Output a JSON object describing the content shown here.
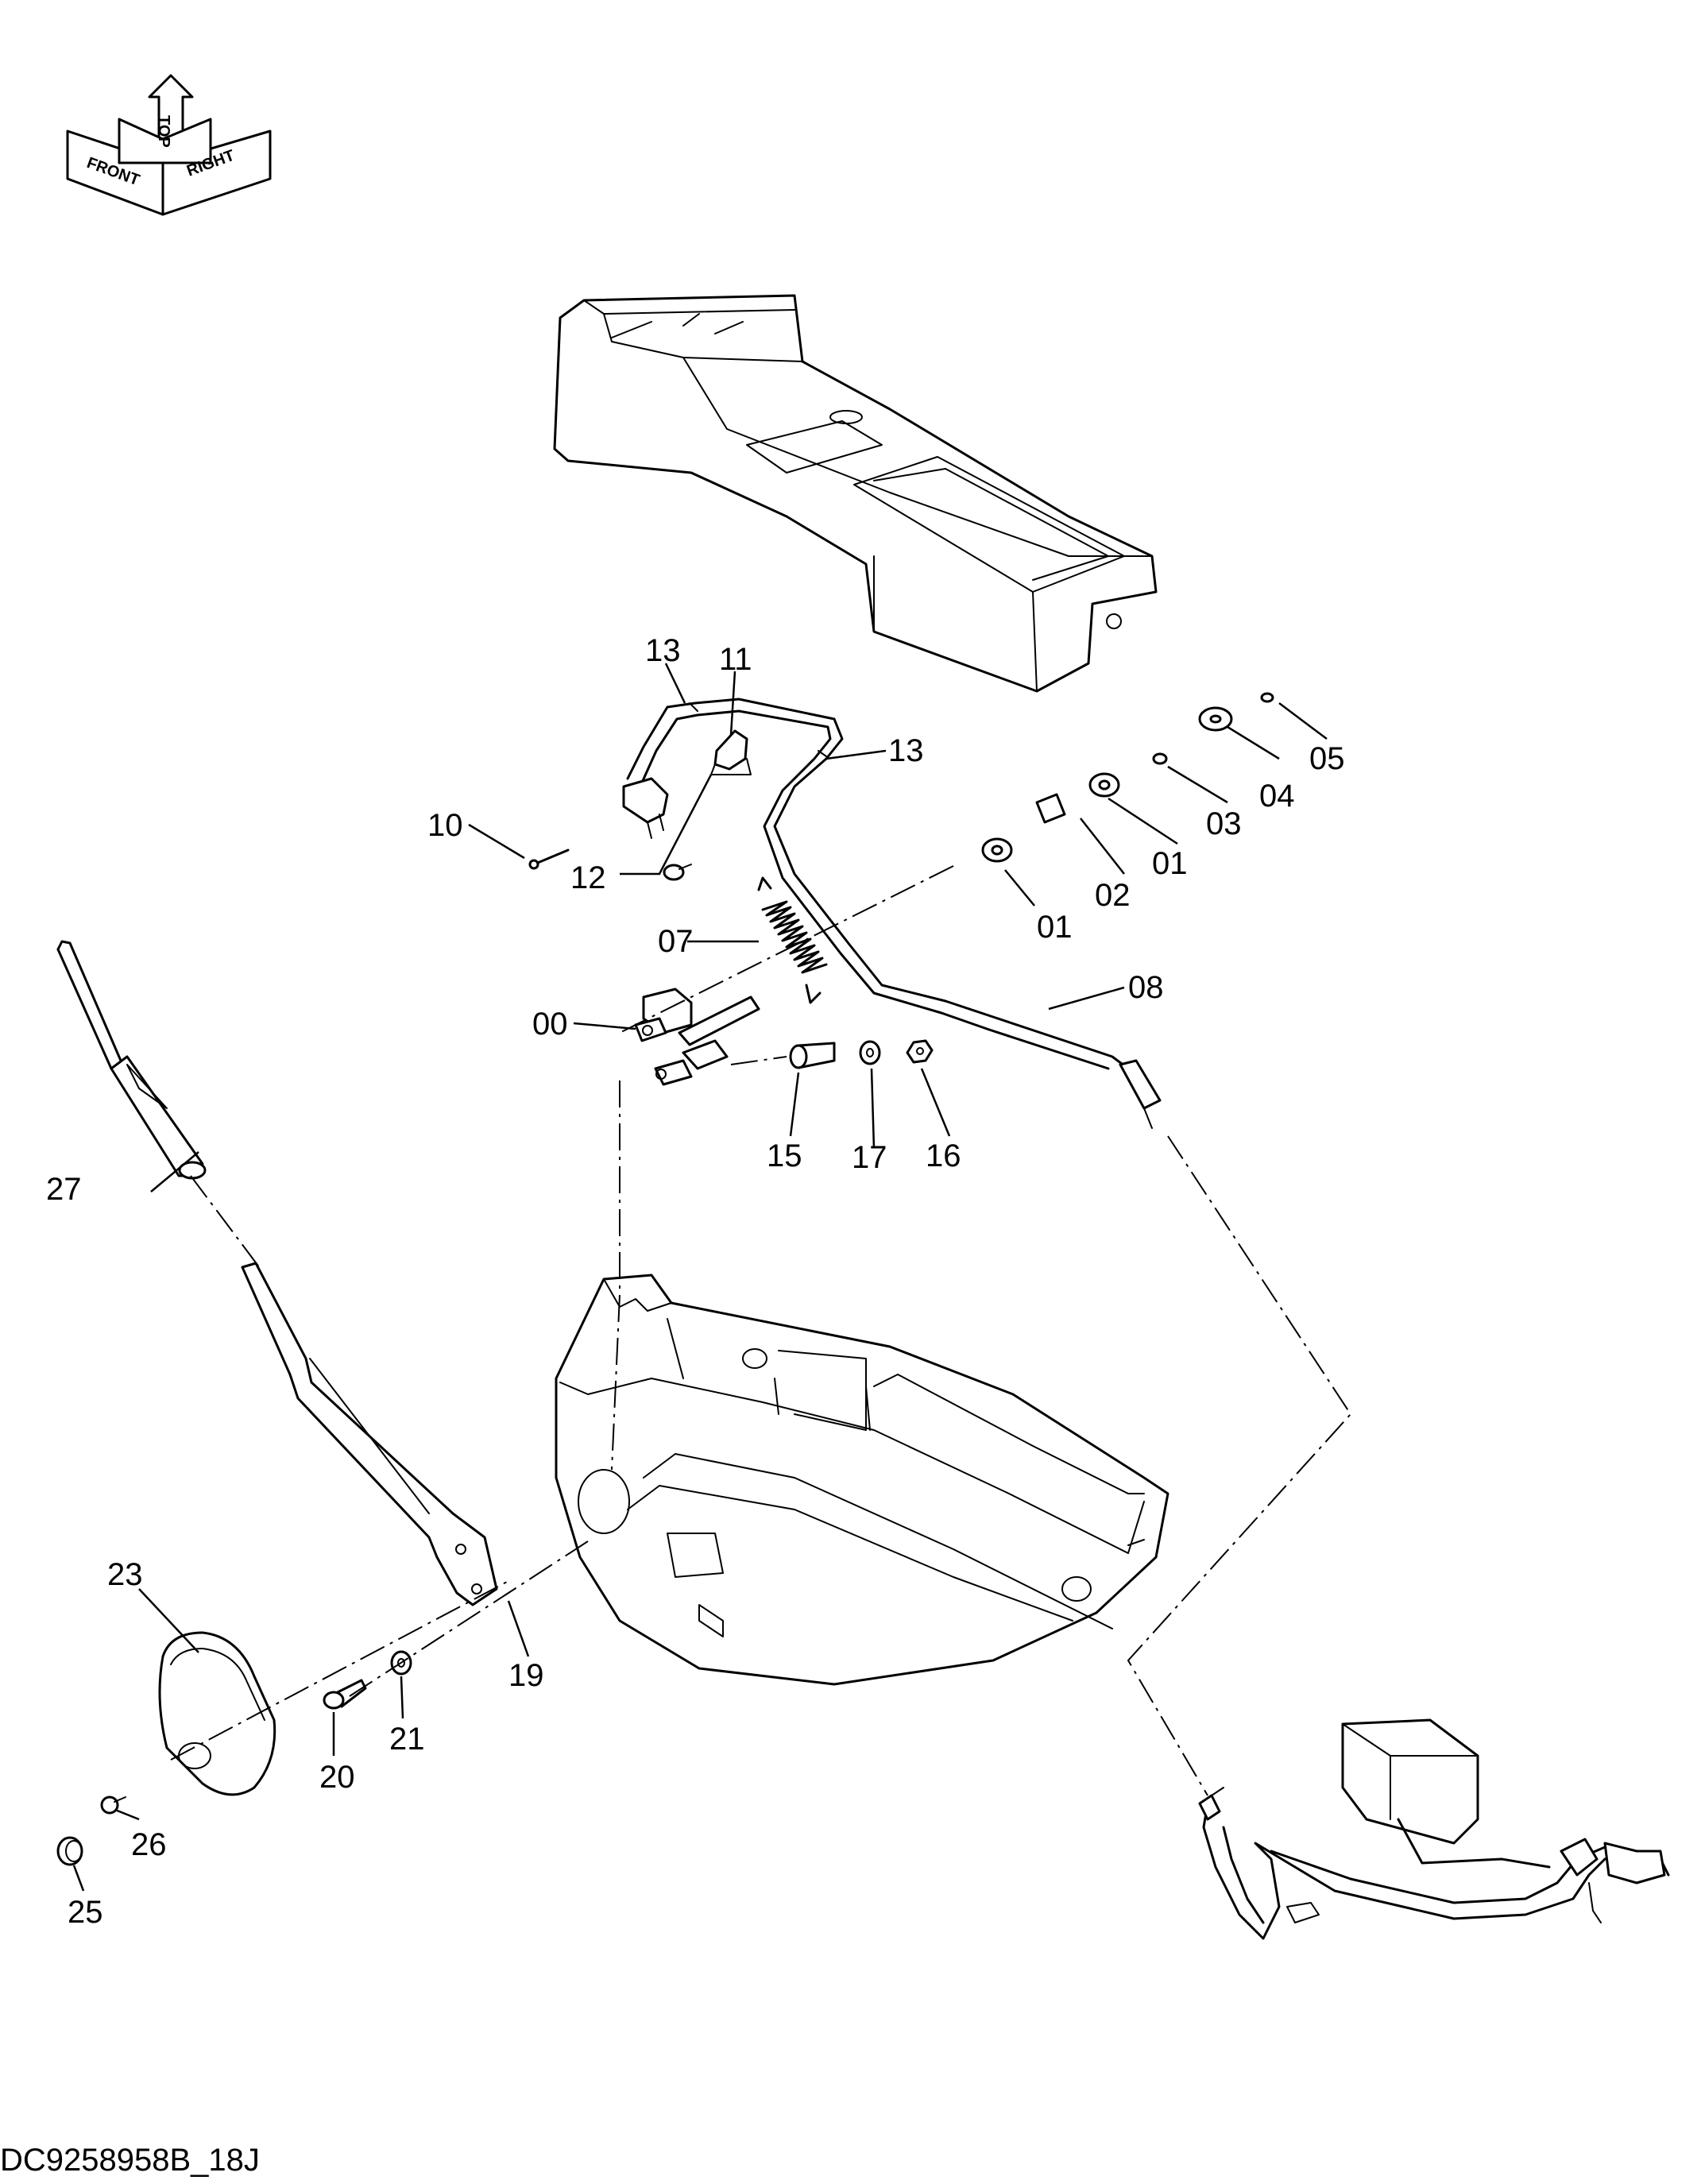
{
  "orientation": {
    "labels": {
      "top": "TOP",
      "front": "FRONT",
      "right": "RIGHT"
    }
  },
  "callouts": [
    {
      "id": "00",
      "label": "00"
    },
    {
      "id": "01a",
      "label": "01"
    },
    {
      "id": "01b",
      "label": "01"
    },
    {
      "id": "02",
      "label": "02"
    },
    {
      "id": "03",
      "label": "03"
    },
    {
      "id": "04",
      "label": "04"
    },
    {
      "id": "05",
      "label": "05"
    },
    {
      "id": "07",
      "label": "07"
    },
    {
      "id": "08",
      "label": "08"
    },
    {
      "id": "10",
      "label": "10"
    },
    {
      "id": "11",
      "label": "11"
    },
    {
      "id": "12",
      "label": "12"
    },
    {
      "id": "13a",
      "label": "13"
    },
    {
      "id": "13b",
      "label": "13"
    },
    {
      "id": "15",
      "label": "15"
    },
    {
      "id": "16",
      "label": "16"
    },
    {
      "id": "17",
      "label": "17"
    },
    {
      "id": "19",
      "label": "19"
    },
    {
      "id": "20",
      "label": "20"
    },
    {
      "id": "21",
      "label": "21"
    },
    {
      "id": "23",
      "label": "23"
    },
    {
      "id": "25",
      "label": "25"
    },
    {
      "id": "26",
      "label": "26"
    },
    {
      "id": "27",
      "label": "27"
    }
  ],
  "drawing_id": "DC9258958B_18J"
}
